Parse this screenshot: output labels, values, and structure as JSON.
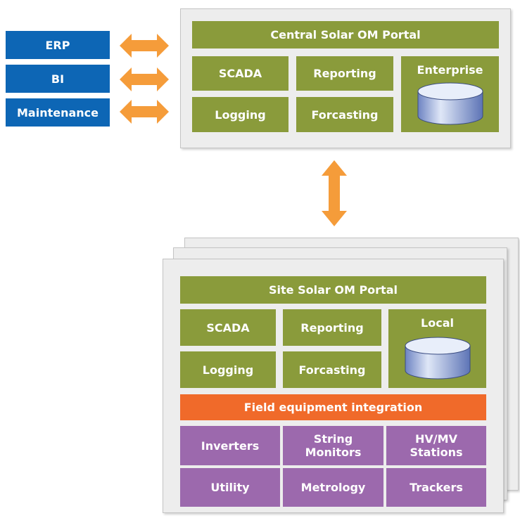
{
  "external_systems": [
    "ERP",
    "BI",
    "Maintenance"
  ],
  "central": {
    "title": "Central Solar OM Portal",
    "modules": [
      "SCADA",
      "Reporting",
      "Logging",
      "Forcasting"
    ],
    "database_label": "Enterprise"
  },
  "site": {
    "title": "Site Solar OM Portal",
    "modules": [
      "SCADA",
      "Reporting",
      "Logging",
      "Forcasting"
    ],
    "database_label": "Local",
    "integration_label": "Field equipment integration",
    "equipment": [
      [
        "Inverters",
        "String\nMonitors",
        "HV/MV\nStations"
      ],
      [
        "Utility",
        "Metrology",
        "Trackers"
      ]
    ]
  },
  "colors": {
    "external": "#0d66b5",
    "module": "#8a9b3b",
    "integration": "#f06a2a",
    "equipment": "#9c69ad",
    "arrow": "#f59c3a",
    "panel": "#ededed"
  }
}
